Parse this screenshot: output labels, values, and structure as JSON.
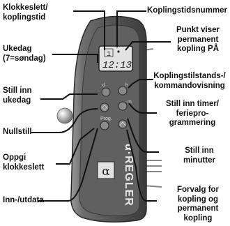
{
  "labels": {
    "time_display": "Klokkeslett/\nkoplingstid",
    "weekday": "Ukedag\n(7=søndag)",
    "set_weekday": "Still inn\nukedag",
    "reset": "Nullstill",
    "enter_time": "Oppgi\nklokkeslett",
    "io": "Inn-/utdata",
    "switch_number": "Koplingstidsnummer",
    "permanent_dot": "Punkt viser\npermanent\nkopling PÅ",
    "switch_state": "Koplingstilstands-/\nkommandovisning",
    "set_hours": "Still inn timer/\nferiepro-\ngrammering",
    "set_minutes": "Still inn\nminutter",
    "preset": "Forvalg for\nkopling og\npermanent\nkopling"
  },
  "device": {
    "lcd_number": "1",
    "lcd_time": "12:13",
    "btn_d": "d",
    "btn_h": "h",
    "btn_prog": "Prog.",
    "btn_m": "m",
    "brand": "α·REGLER"
  },
  "colors": {
    "device_body": "#5a5a5a",
    "display": "#e2e2e2",
    "leader": "#111111"
  }
}
